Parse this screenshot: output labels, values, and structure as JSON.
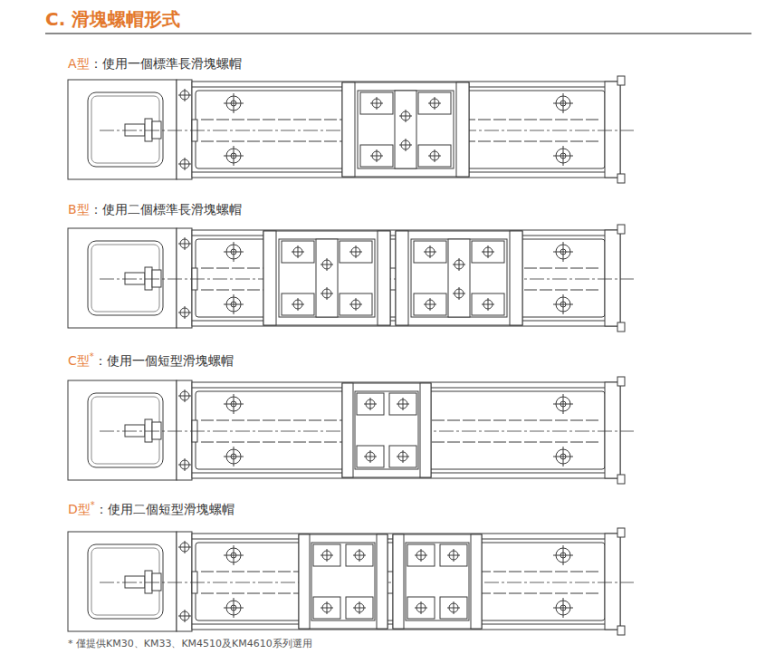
{
  "diagram": {
    "title": "C. 滑塊螺帽形式",
    "labels": [
      "A型",
      "：使用一個標準長滑塊螺帽",
      "B型",
      "：使用二個標準長滑塊螺帽",
      "C型",
      "*",
      "：使用一個短型滑塊螺帽",
      "D型",
      "*",
      "：使用二個短型滑塊螺帽",
      "* 僅提供KM30、KM33、KM4510及KM4610系列選用"
    ]
  }
}
